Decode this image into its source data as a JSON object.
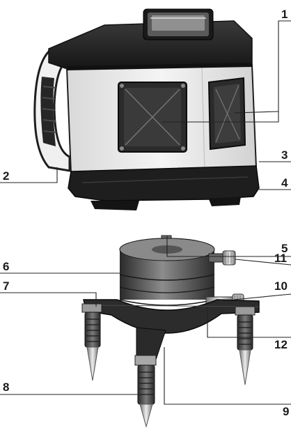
{
  "figure": {
    "callouts": [
      {
        "id": "1",
        "label": "1"
      },
      {
        "id": "2",
        "label": "2"
      },
      {
        "id": "3",
        "label": "3"
      },
      {
        "id": "4",
        "label": "4"
      },
      {
        "id": "5",
        "label": "5"
      },
      {
        "id": "6",
        "label": "6"
      },
      {
        "id": "7",
        "label": "7"
      },
      {
        "id": "8",
        "label": "8"
      },
      {
        "id": "9",
        "label": "9"
      },
      {
        "id": "10",
        "label": "10"
      },
      {
        "id": "11",
        "label": "11"
      },
      {
        "id": "12",
        "label": "12"
      }
    ],
    "colors": {
      "housing_light": "#e9e9e9",
      "housing_dark": "#1f1f1f",
      "metal_dark": "#4a4a4a",
      "metal_light": "#9a9a9a",
      "leader": "#222222"
    },
    "parts": [
      "laser-level-device",
      "tripod-base"
    ]
  }
}
